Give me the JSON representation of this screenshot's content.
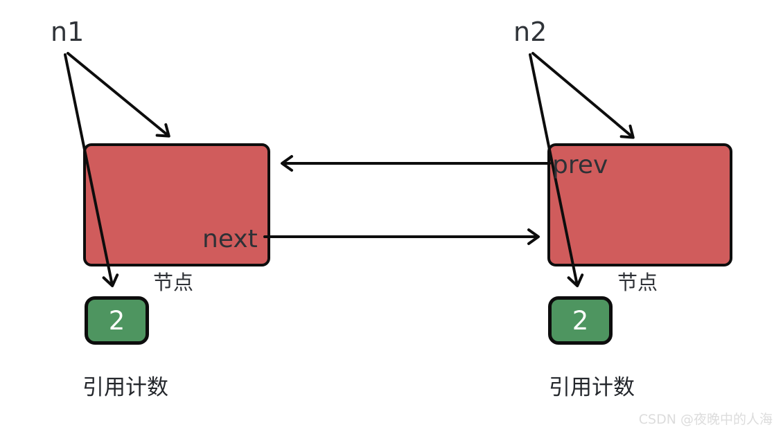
{
  "colors": {
    "background": "#ffffff",
    "node_fill": "#d05c5c",
    "count_fill": "#4e9560",
    "stroke": "#0d0d0d",
    "label_dark": "#23262b",
    "field_text": "#2e3136",
    "count_text": "#ffffff",
    "watermark": "#dcdcdc"
  },
  "left_group": {
    "pointer": "n1",
    "node_label": "节点",
    "field": "next",
    "count": "2",
    "count_caption": "引用计数"
  },
  "right_group": {
    "pointer": "n2",
    "node_label": "节点",
    "field": "prev",
    "count": "2",
    "count_caption": "引用计数"
  },
  "edges": [
    {
      "name": "n1-to-node",
      "from": "n1",
      "to": "left-node"
    },
    {
      "name": "n1-to-count",
      "from": "n1",
      "to": "left-count"
    },
    {
      "name": "n2-to-node",
      "from": "n2",
      "to": "right-node"
    },
    {
      "name": "n2-to-count",
      "from": "n2",
      "to": "right-count"
    },
    {
      "name": "prev-edge",
      "from": "right-node",
      "to": "left-node",
      "label": "prev"
    },
    {
      "name": "next-edge",
      "from": "left-node",
      "to": "right-node",
      "label": "next"
    }
  ],
  "watermark": "CSDN @夜晚中的人海"
}
